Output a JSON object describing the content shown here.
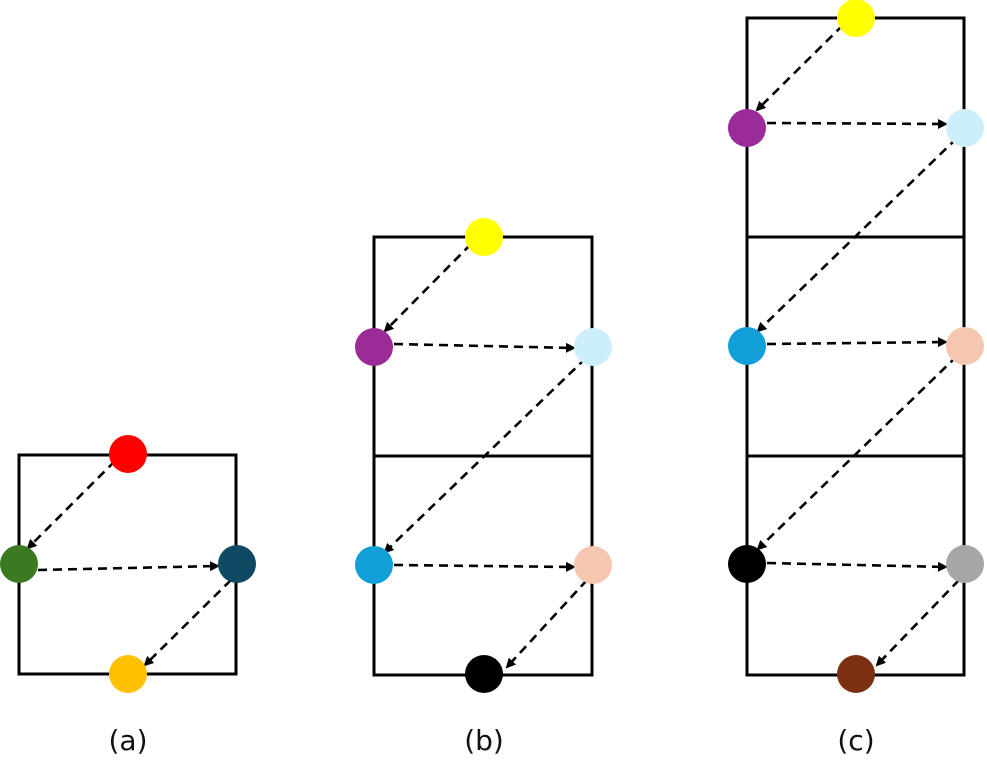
{
  "colors": {
    "red": "#ff0000",
    "green": "#3c7a22",
    "dark_teal": "#104a62",
    "amber": "#ffc000",
    "yellow": "#ffff00",
    "purple": "#9b2b96",
    "light_blue": "#cdeefb",
    "blue": "#119fd8",
    "peach": "#f6c7b0",
    "black": "#000000",
    "gray": "#a6a6a6",
    "brown": "#7a3011"
  },
  "panels": [
    {
      "caption": "(a)"
    },
    {
      "caption": "(b)"
    },
    {
      "caption": "(c)"
    }
  ]
}
